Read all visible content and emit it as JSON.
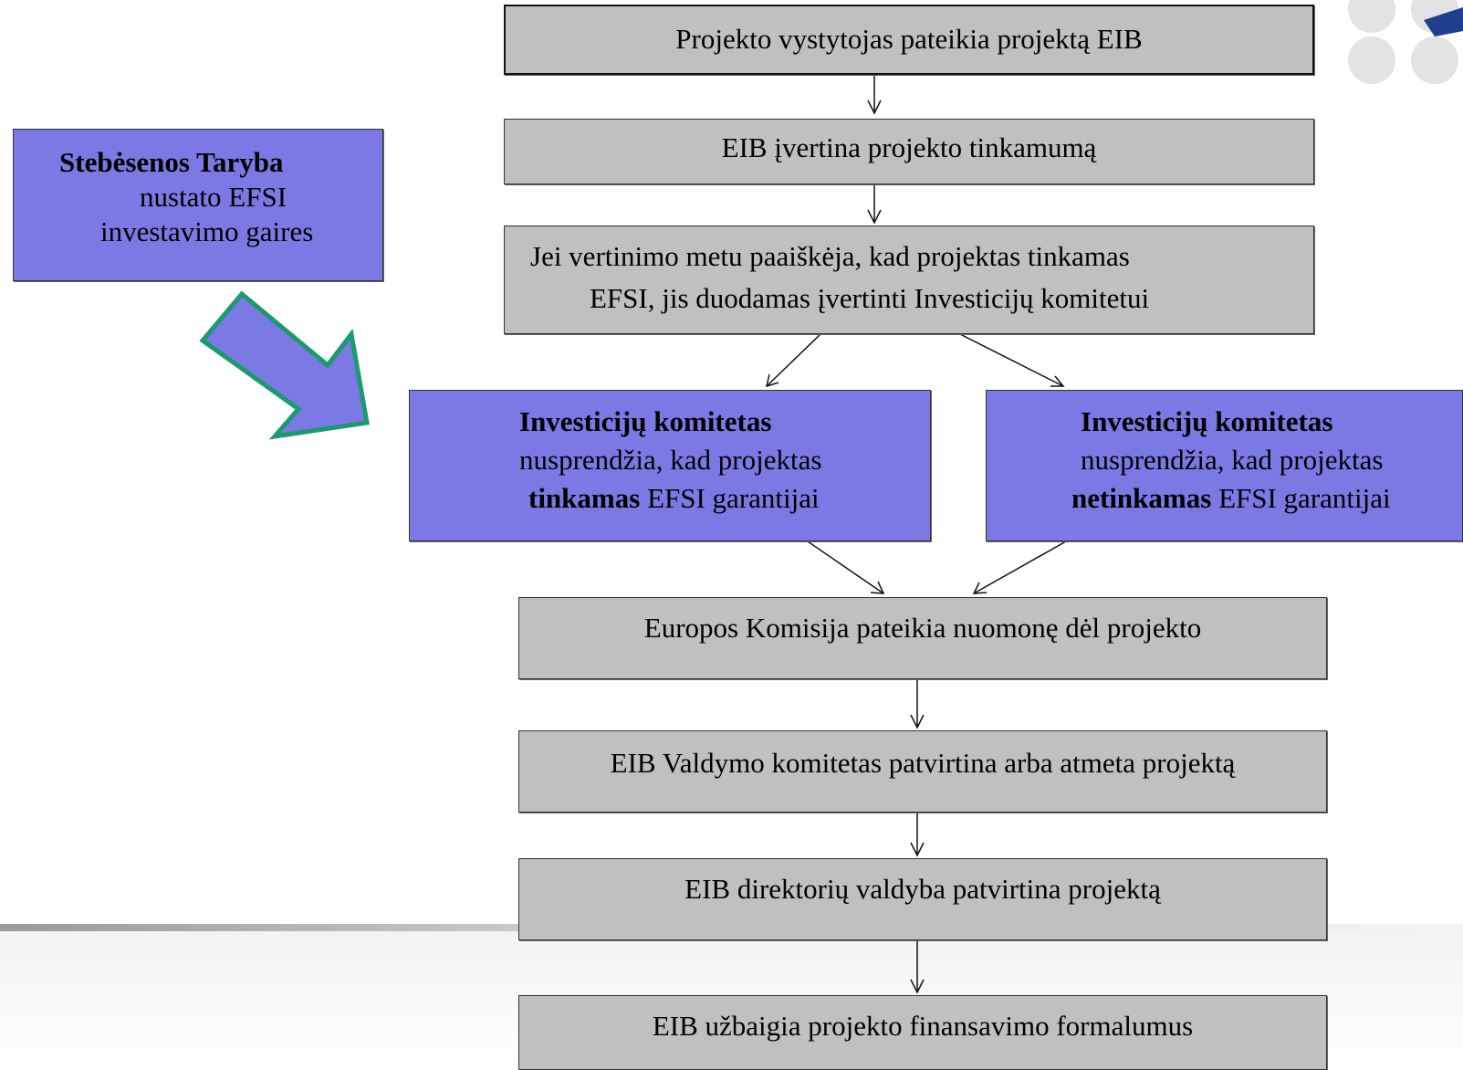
{
  "steps": {
    "submit": "Projekto vystytojas pateikia projektą EIB",
    "assess": "EIB įvertina projekto tinkamumą",
    "eligible_line1": "Jei vertinimo metu paaiškėja, kad projektas tinkamas",
    "eligible_line2": "EFSI, jis duodamas įvertinti Investicijų komitetui",
    "commission_opinion": "Europos Komisija pateikia nuomonę dėl projekto",
    "management_committee": "EIB Valdymo komitetas patvirtina arba atmeta projektą",
    "board_of_directors": "EIB direktorių valdyba patvirtina projektą",
    "finalize": "EIB užbaigia projekto finansavimo formalumus"
  },
  "steering_board": {
    "title": "Stebėsenos Taryba",
    "line2": "nustato EFSI",
    "line3": "investavimo gaires"
  },
  "committee_yes": {
    "title": "Investicijų komitetas",
    "line2": "nusprendžia, kad projektas",
    "bold_word": "tinkamas",
    "rest": " EFSI garantijai"
  },
  "committee_no": {
    "title": "Investicijų komitetas",
    "line2": "nusprendžia, kad projektas",
    "bold_word": "netinkamas",
    "rest": " EFSI garantijai"
  },
  "colors": {
    "step_fill": "#c0c0c0",
    "blue_fill": "#7b79e3",
    "arrow_outline": "#1a9a6e"
  },
  "icons": [
    "big-arrow-icon",
    "logo-circles-icon"
  ]
}
